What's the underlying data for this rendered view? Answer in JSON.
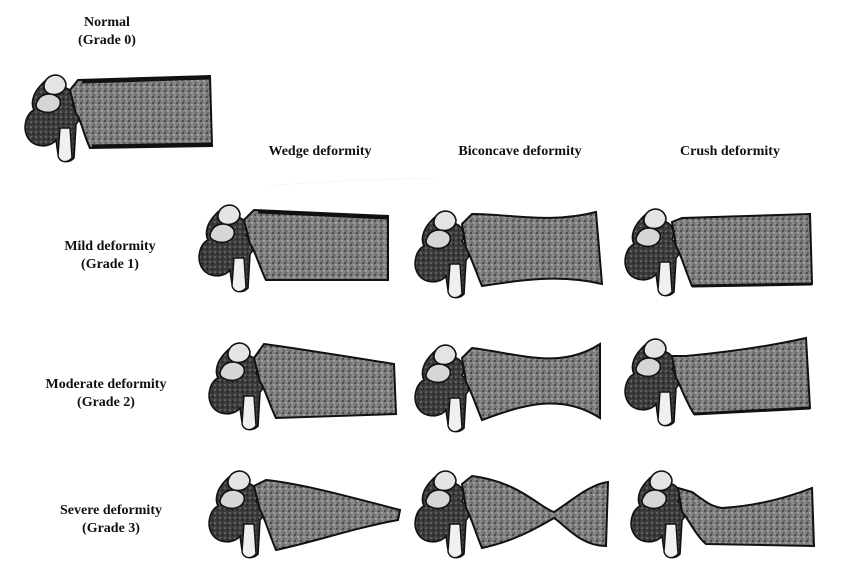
{
  "normal": {
    "line1": "Normal",
    "line2": "(Grade 0)"
  },
  "columns": [
    "Wedge deformity",
    "Biconcave deformity",
    "Crush deformity"
  ],
  "rows": [
    {
      "line1": "Mild deformity",
      "line2": "(Grade 1)"
    },
    {
      "line1": "Moderate deformity",
      "line2": "(Grade 2)"
    },
    {
      "line1": "Severe deformity",
      "line2": "(Grade 3)"
    }
  ],
  "colors": {
    "ink": "#111111",
    "bone": "#8c8c8c",
    "highlight": "#e8e8e8",
    "background": "#ffffff"
  }
}
